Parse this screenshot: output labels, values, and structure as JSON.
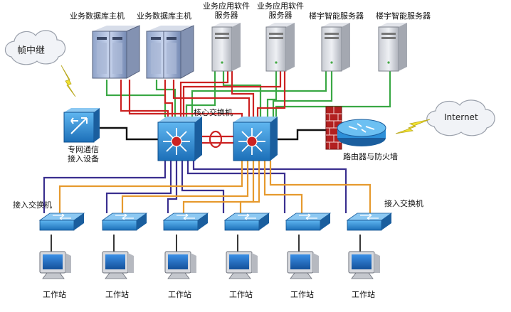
{
  "labels": {
    "db_host_1": "业务数据库主机",
    "db_host_2": "业务数据库主机",
    "app_server_1": "业务应用软件\n服务器",
    "app_server_2": "业务应用软件\n服务器",
    "bms_server_1": "楼宇智能服务器",
    "bms_server_2": "楼宇智能服务器",
    "frame_relay": "帧中继",
    "dedicated_access": "专网通信\n接入设备",
    "core_switch": "核心交换机",
    "router_firewall": "路由器与防火墙",
    "internet": "Internet",
    "access_switch_left": "接入交换机",
    "access_switch_right": "接入交换机",
    "workstations": [
      "工作站",
      "工作站",
      "工作站",
      "工作站",
      "工作站",
      "工作站"
    ]
  },
  "colors": {
    "green_link": "#3aa845",
    "red_link": "#cc2222",
    "purple_link": "#3a2f8f",
    "orange_link": "#e69a2e",
    "black_link": "#111111",
    "switch_blue": "#2c8fd8",
    "cloud_fill": "#f1f3f7",
    "lightning": "#f2e230",
    "firewall_red": "#b22020"
  },
  "icons": {
    "db_host": "server-rack-icon",
    "app_server": "tower-server-icon",
    "core_switch": "layer3-switch-icon",
    "access_switch": "workgroup-switch-icon",
    "router": "router-icon",
    "firewall": "firewall-icon",
    "workstation": "monitor-icon",
    "cloud": "cloud-icon",
    "lightning": "lightning-icon"
  }
}
